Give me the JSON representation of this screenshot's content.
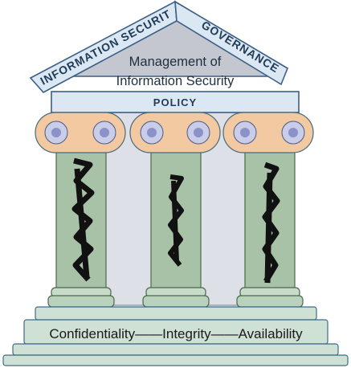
{
  "roof": {
    "left_label": "INFORMATION SECURITY",
    "right_label": "GOVERNANCE",
    "center_line1": "Management of",
    "center_line2": "Information Security"
  },
  "beam": {
    "label": "POLICY"
  },
  "foundation": {
    "pillars_text": [
      "Confidentiality",
      "Integrity",
      "Availability"
    ],
    "connector": "——"
  },
  "colors": {
    "roof_fill": "#c4c7cf",
    "panel_fill": "#dbe7f2",
    "panel_stroke": "#3a5f86",
    "column_fill": "#a8c2a8",
    "capital_fill": "#f3c9a2",
    "volute_fill": "#c9cde8",
    "step_fill": "#cfe0d5"
  }
}
